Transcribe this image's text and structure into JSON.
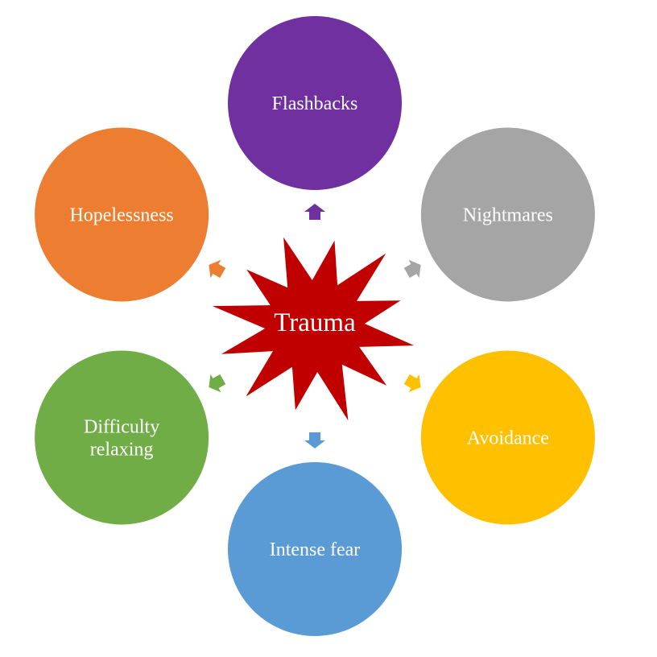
{
  "center": {
    "label": "Trauma",
    "color": "#C00000"
  },
  "nodes": [
    {
      "id": "flashbacks",
      "lines": [
        "Flashbacks"
      ],
      "color": "#7030A0"
    },
    {
      "id": "nightmares",
      "lines": [
        "Nightmares"
      ],
      "color": "#A5A5A5"
    },
    {
      "id": "avoidance",
      "lines": [
        "Avoidance"
      ],
      "color": "#FFC000"
    },
    {
      "id": "intense-fear",
      "lines": [
        "Intense fear"
      ],
      "color": "#5B9BD5"
    },
    {
      "id": "difficulty-relaxing",
      "lines": [
        "Difficulty",
        "relaxing"
      ],
      "color": "#70AD47"
    },
    {
      "id": "hopelessness",
      "lines": [
        "Hopelessness"
      ],
      "color": "#ED7D31"
    }
  ]
}
